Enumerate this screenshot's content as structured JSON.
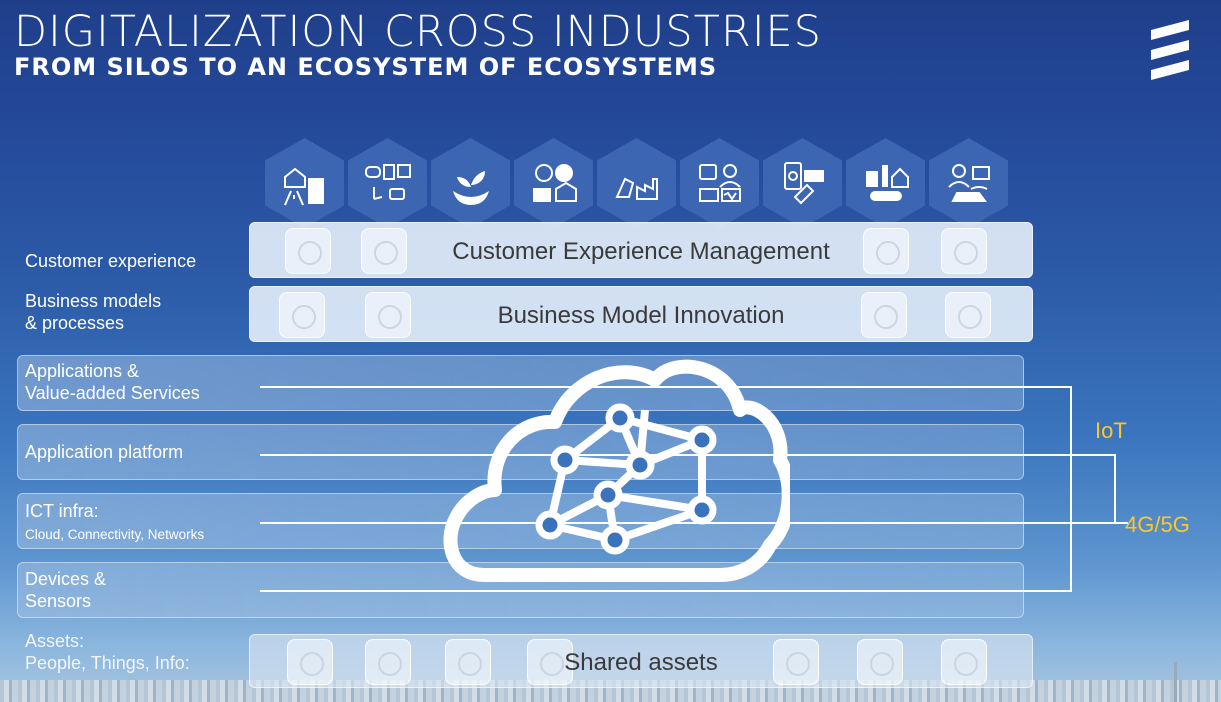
{
  "header": {
    "title": "DIGITALIZATION CROSS INDUSTRIES",
    "subtitle": "FROM SILOS TO AN ECOSYSTEM OF ECOSYSTEMS",
    "logo_icon": "ericsson-logo-icon"
  },
  "industries": [
    {
      "icon": "smart-city-icon"
    },
    {
      "icon": "media-entertainment-icon"
    },
    {
      "icon": "agriculture-icon"
    },
    {
      "icon": "energy-utilities-icon"
    },
    {
      "icon": "manufacturing-icon"
    },
    {
      "icon": "healthcare-icon"
    },
    {
      "icon": "finance-retail-icon"
    },
    {
      "icon": "transport-infrastructure-icon"
    },
    {
      "icon": "connected-car-icon"
    }
  ],
  "layers": {
    "customer_experience": {
      "side": "Customer experience",
      "band": "Customer Experience Management"
    },
    "business_models": {
      "side_line1": "Business models",
      "side_line2": "& processes",
      "band": "Business Model Innovation"
    },
    "applications": {
      "line1": "Applications &",
      "line2": "Value-added Services"
    },
    "platform": {
      "line1": "Application platform"
    },
    "ict": {
      "line1": "ICT infra:",
      "line2": "Cloud, Connectivity, Networks"
    },
    "devices": {
      "line1": "Devices &",
      "line2": "Sensors"
    },
    "assets": {
      "side_line1": "Assets:",
      "side_line2": "People, Things, Info:",
      "band": "Shared assets"
    }
  },
  "connectivity": {
    "iot": "IoT",
    "network": "4G/5G"
  },
  "colors": {
    "accent": "#ffc627",
    "band": "#e1ebf8",
    "hex": "#3c66b2"
  }
}
